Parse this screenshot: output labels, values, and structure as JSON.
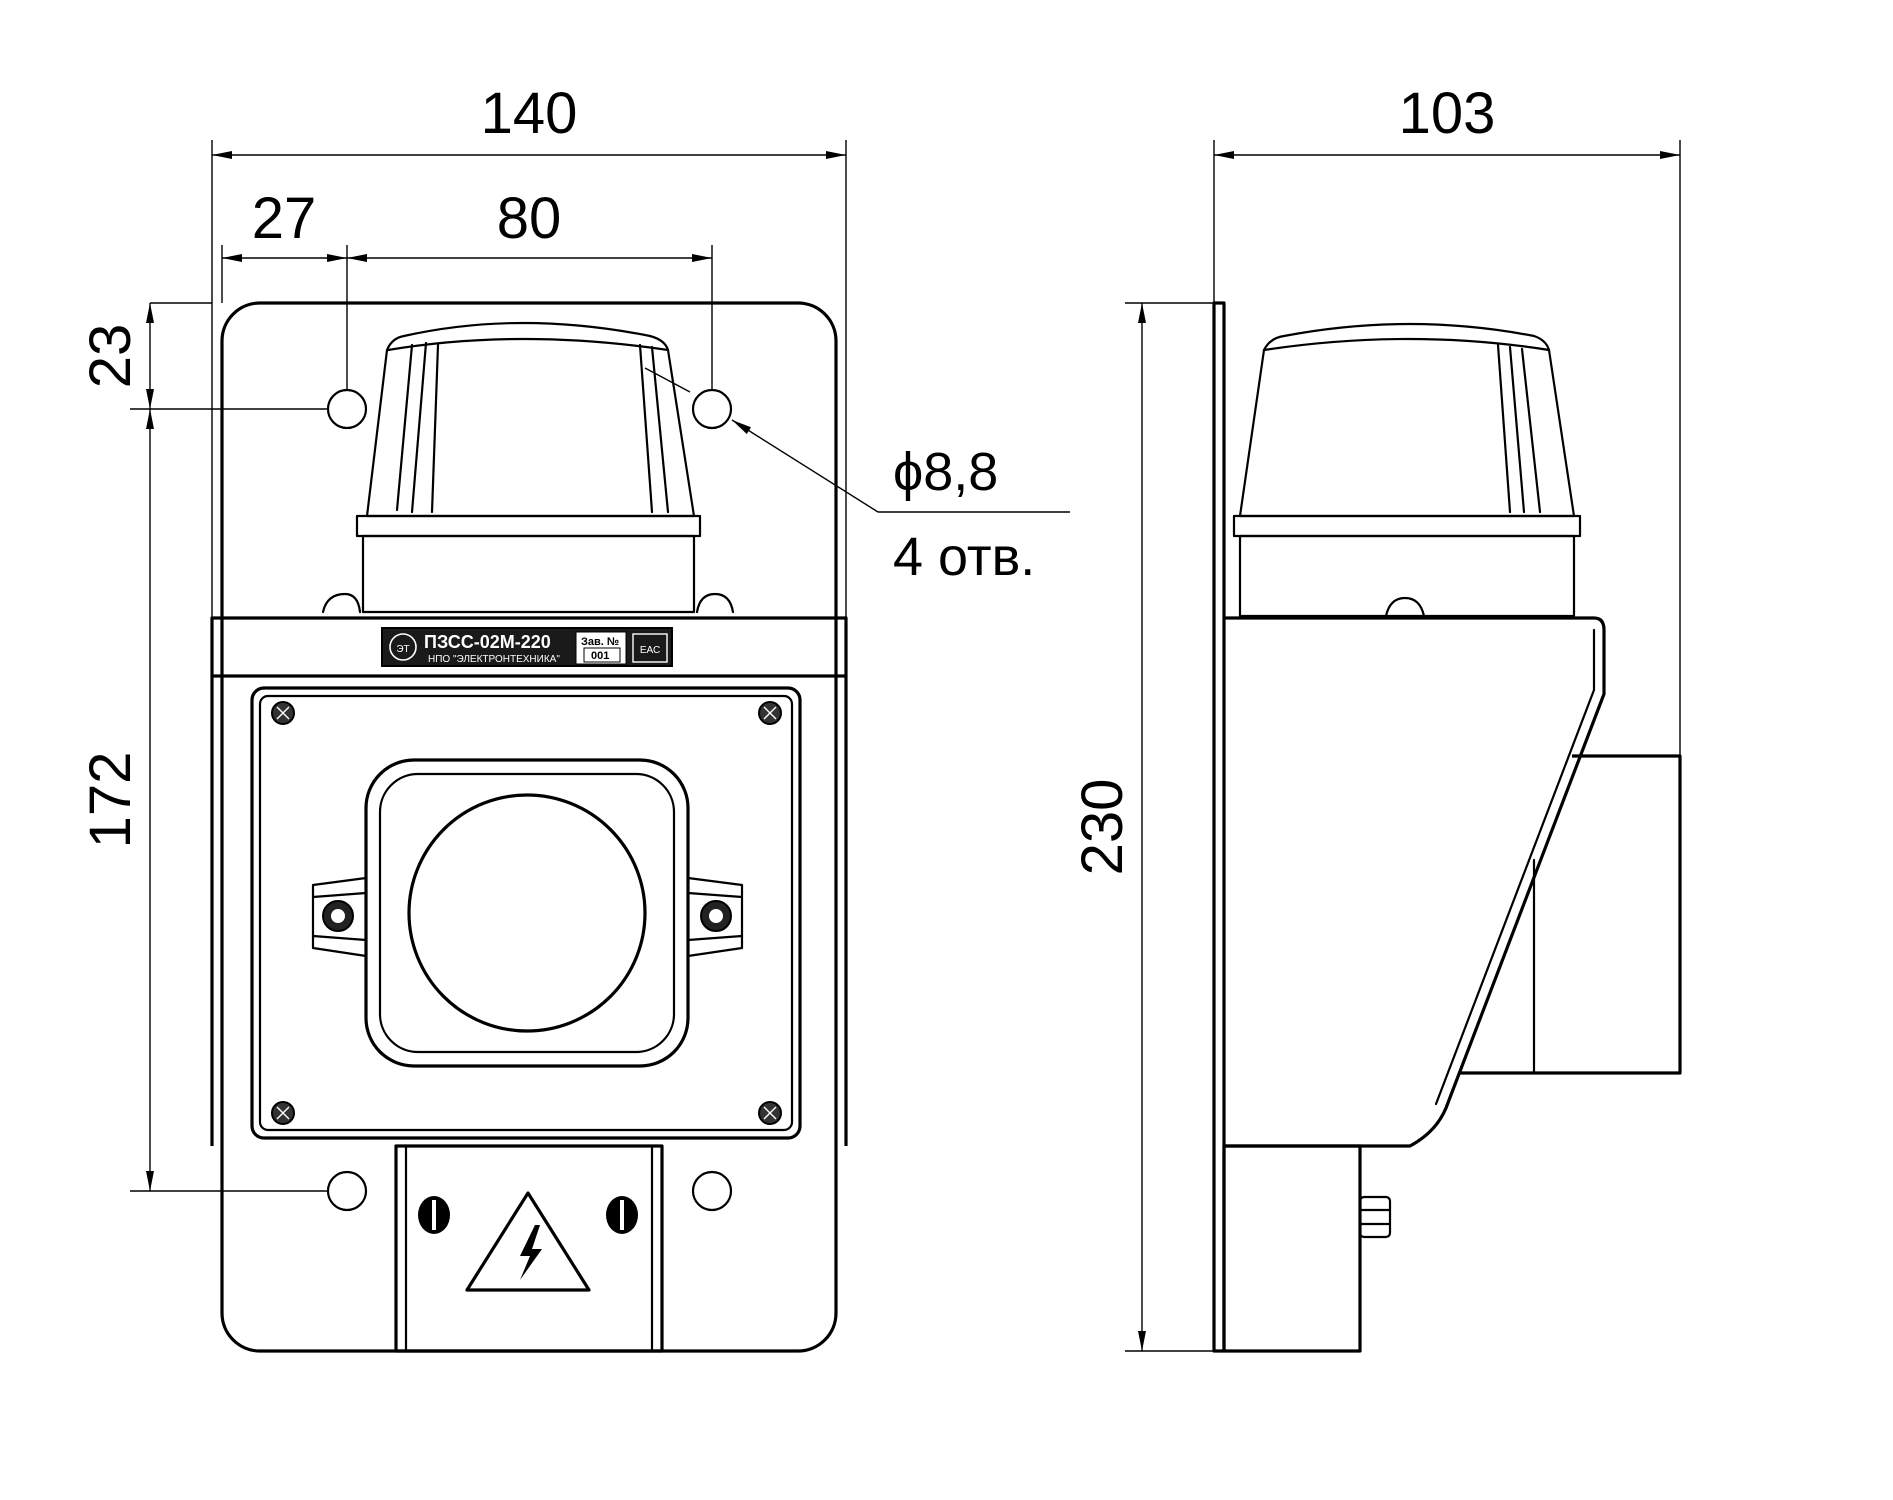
{
  "dimensions": {
    "overall_width": "140",
    "edge_to_hole": "27",
    "hole_spacing": "80",
    "top_to_hole": "23",
    "hole_vertical_spacing": "172",
    "overall_height": "230",
    "depth": "103"
  },
  "hole_note": {
    "diameter": "ϕ8,8",
    "count": "4 отв."
  },
  "nameplate": {
    "model": "ПЗСС-02М-220",
    "manufacturer": "НПО \"ЭЛЕКТРОНТЕХНИКА\"",
    "serial_label": "Зав. №",
    "serial_value": "001",
    "logo_text": "ЭТ",
    "cert_mark": "ЕАС"
  },
  "colors": {
    "line": "#000000",
    "nameplate_bg": "#1a1a1a",
    "background": "#ffffff"
  }
}
